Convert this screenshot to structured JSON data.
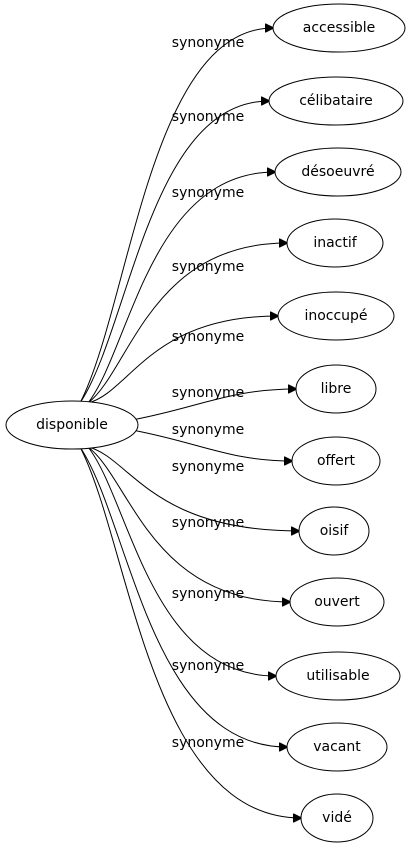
{
  "root": {
    "label": "disponible"
  },
  "edge_label": "synonyme",
  "synonyms": [
    {
      "label": "accessible"
    },
    {
      "label": "célibataire"
    },
    {
      "label": "désoeuvré"
    },
    {
      "label": "inactif"
    },
    {
      "label": "inoccupé"
    },
    {
      "label": "libre"
    },
    {
      "label": "offert"
    },
    {
      "label": "oisif"
    },
    {
      "label": "ouvert"
    },
    {
      "label": "utilisable"
    },
    {
      "label": "vacant"
    },
    {
      "label": "vidé"
    }
  ],
  "colors": {
    "stroke": "#000000",
    "fill": "#ffffff",
    "background": "#ffffff"
  }
}
